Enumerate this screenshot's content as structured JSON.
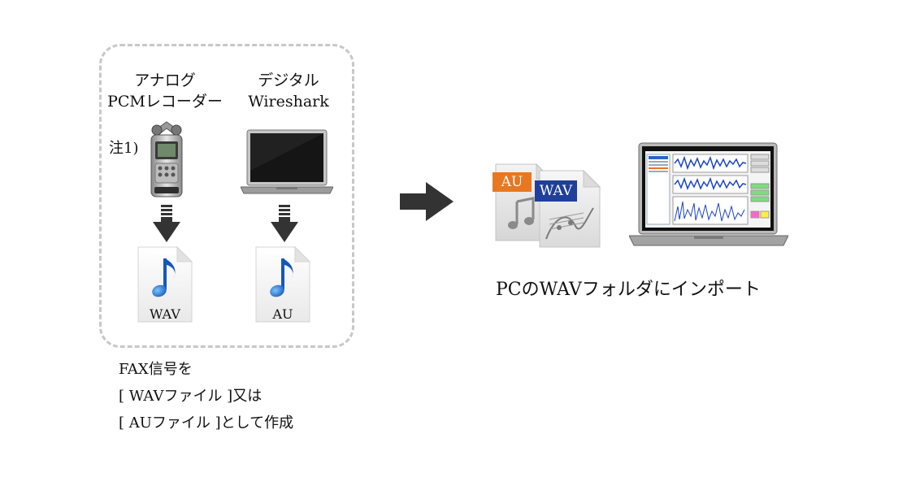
{
  "source_box": {
    "analog": {
      "line1": "アナログ",
      "line2": "PCMレコーダー"
    },
    "digital": {
      "line1": "デジタル",
      "line2": "Wireshark"
    },
    "note_label": "注1)",
    "wav_file_label": "WAV",
    "au_file_label": "AU"
  },
  "caption": {
    "line1": "FAX信号を",
    "line2": "[ WAVファイル ]又は",
    "line3": "[ AUファイル ]として作成"
  },
  "destination": {
    "au_badge": "AU",
    "wav_badge": "WAV",
    "caption": "PCのWAVフォルダにインポート"
  },
  "colors": {
    "dash_border": "#c8c8c8",
    "arrow": "#333333",
    "au_badge": "#e87722",
    "wav_badge": "#1f3f9a",
    "note_blue": "#1a7fd8"
  }
}
